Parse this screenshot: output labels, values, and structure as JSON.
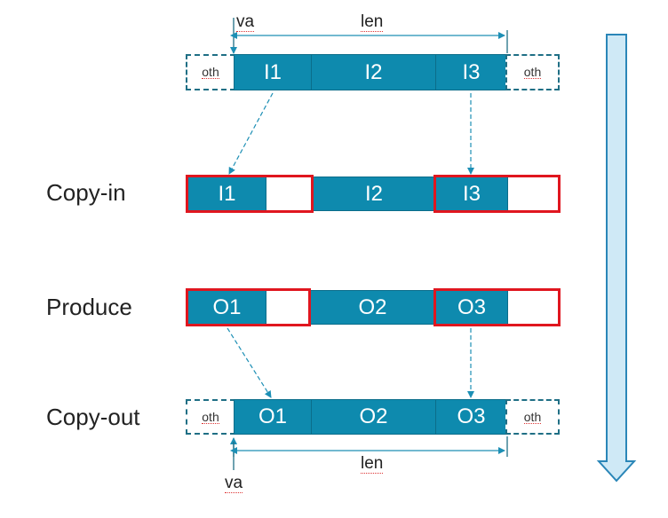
{
  "top": {
    "va": "va",
    "len": "len",
    "oth_left": "oth",
    "oth_right": "oth",
    "cells": [
      "I1",
      "I2",
      "I3"
    ]
  },
  "copy_in": {
    "label": "Copy-in",
    "cells": [
      "I1",
      "I2",
      "I3"
    ]
  },
  "produce": {
    "label": "Produce",
    "cells": [
      "O1",
      "O2",
      "O3"
    ]
  },
  "copy_out": {
    "label": "Copy-out",
    "oth_left": "oth",
    "oth_right": "oth",
    "cells": [
      "O1",
      "O2",
      "O3"
    ],
    "len": "len",
    "va": "va"
  },
  "colors": {
    "segment_fill": "#0e8aae",
    "highlight": "#e0161f",
    "flow_arrow": "#cfe9f6"
  }
}
